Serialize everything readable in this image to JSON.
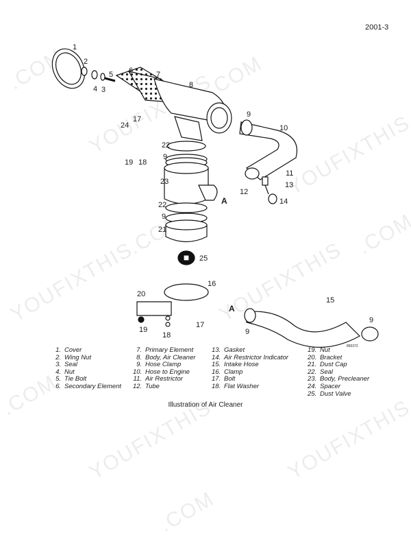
{
  "header": {
    "page_id": "2001-3"
  },
  "figure": {
    "callouts": [
      {
        "id": "c1",
        "label": "1"
      },
      {
        "id": "c2",
        "label": "2"
      },
      {
        "id": "c5",
        "label": "5"
      },
      {
        "id": "c4",
        "label": "4"
      },
      {
        "id": "c3",
        "label": "3"
      },
      {
        "id": "c6",
        "label": "6"
      },
      {
        "id": "c7",
        "label": "7"
      },
      {
        "id": "c8",
        "label": "8"
      },
      {
        "id": "c9a",
        "label": "9"
      },
      {
        "id": "c10",
        "label": "10"
      },
      {
        "id": "c17a",
        "label": "17"
      },
      {
        "id": "c24",
        "label": "24"
      },
      {
        "id": "c22a",
        "label": "22"
      },
      {
        "id": "c9b",
        "label": "9"
      },
      {
        "id": "c19a",
        "label": "19"
      },
      {
        "id": "c18a",
        "label": "18"
      },
      {
        "id": "c23",
        "label": "23"
      },
      {
        "id": "cA1",
        "label": "A"
      },
      {
        "id": "c11",
        "label": "11"
      },
      {
        "id": "c12",
        "label": "12"
      },
      {
        "id": "c13",
        "label": "13"
      },
      {
        "id": "c14",
        "label": "14"
      },
      {
        "id": "c22b",
        "label": "22"
      },
      {
        "id": "c9c",
        "label": "9"
      },
      {
        "id": "c21",
        "label": "21"
      },
      {
        "id": "c25",
        "label": "25"
      },
      {
        "id": "c16",
        "label": "16"
      },
      {
        "id": "c20",
        "label": "20"
      },
      {
        "id": "c15",
        "label": "15"
      },
      {
        "id": "cA2",
        "label": "A"
      },
      {
        "id": "c9d",
        "label": "9"
      },
      {
        "id": "c9e",
        "label": "9"
      },
      {
        "id": "c17b",
        "label": "17"
      },
      {
        "id": "c19b",
        "label": "19"
      },
      {
        "id": "c18b",
        "label": "18"
      }
    ],
    "fig_number": "850372"
  },
  "legend": {
    "columns": [
      [
        {
          "n": "1.",
          "t": "Cover"
        },
        {
          "n": "2.",
          "t": "Wing Nut"
        },
        {
          "n": "3.",
          "t": "Seal"
        },
        {
          "n": "4.",
          "t": "Nut"
        },
        {
          "n": "5.",
          "t": "Tie Bolt"
        },
        {
          "n": "6.",
          "t": "Secondary Element"
        }
      ],
      [
        {
          "n": "7.",
          "t": "Primary Element"
        },
        {
          "n": "8.",
          "t": "Body, Air Cleaner"
        },
        {
          "n": "9.",
          "t": "Hose Clamp"
        },
        {
          "n": "10.",
          "t": "Hose to Engine"
        },
        {
          "n": "11.",
          "t": "Air Restrictor"
        },
        {
          "n": "12.",
          "t": "Tube"
        }
      ],
      [
        {
          "n": "13.",
          "t": "Gasket"
        },
        {
          "n": "14.",
          "t": "Air Restrictor Indicator"
        },
        {
          "n": "15.",
          "t": "Intake Hose"
        },
        {
          "n": "16.",
          "t": "Clamp"
        },
        {
          "n": "17.",
          "t": "Bolt"
        },
        {
          "n": "18.",
          "t": "Flat Washer"
        }
      ],
      [
        {
          "n": "19.",
          "t": "Nut"
        },
        {
          "n": "20.",
          "t": "Bracket"
        },
        {
          "n": "21.",
          "t": "Dust Cap"
        },
        {
          "n": "22.",
          "t": "Seal"
        },
        {
          "n": "23.",
          "t": "Body, Precleaner"
        },
        {
          "n": "24.",
          "t": "Spacer"
        },
        {
          "n": "25.",
          "t": "Dust Valve"
        }
      ]
    ]
  },
  "caption": "Illustration of Air Cleaner",
  "watermark": [
    ".COM",
    "YOUFIXTHIS",
    ".COM",
    "YOUFIXTHIS",
    ".COM",
    "YOUFIXTHIS",
    ".COM",
    "YOUFIXTHIS",
    ".COM",
    "YOUFIXTHIS",
    ".COM",
    "YOUFIXTHIS"
  ]
}
